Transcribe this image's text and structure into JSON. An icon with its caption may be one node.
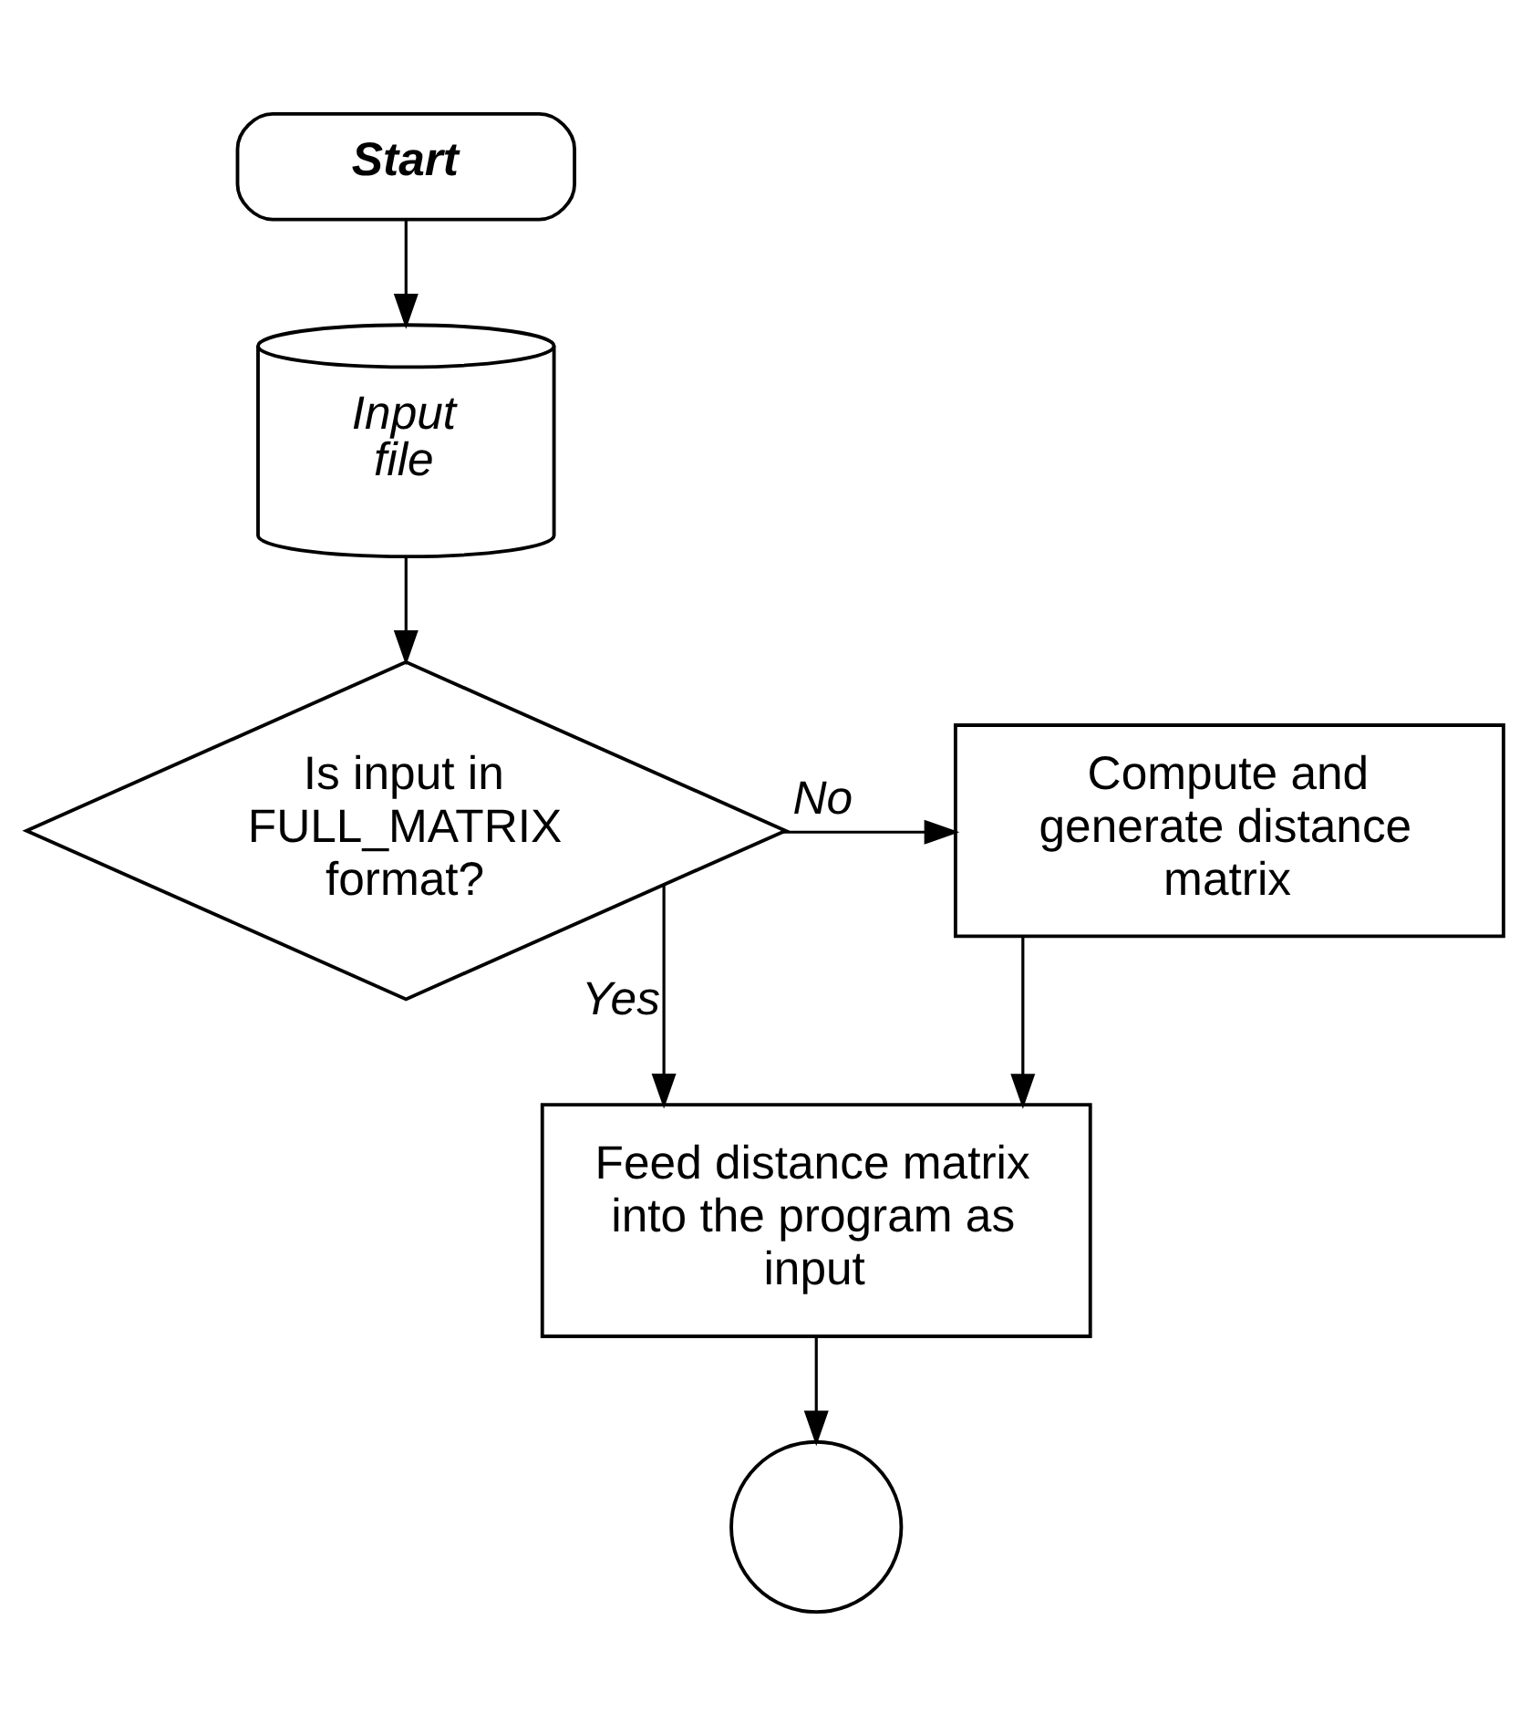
{
  "diagram": {
    "nodes": [
      {
        "text": [
          "Start"
        ]
      },
      {
        "text": [
          "Input file"
        ]
      },
      {
        "text": [
          "Is input in FULL_MATRIX format?"
        ]
      },
      {
        "text": [
          "Compute and generate distance matrix"
        ]
      },
      {
        "text": [
          "Feed distance matrix into the program as input"
        ]
      },
      {
        "text": [],
        "shape": "circle"
      }
    ],
    "edges": [
      {
        "from": 0,
        "to": 1,
        "arrow": "to"
      },
      {
        "from": 1,
        "to": 2,
        "arrow": "to"
      },
      {
        "from": 2,
        "to": 3,
        "arrow": "to",
        "label": "No"
      },
      {
        "from": 2,
        "to": 4,
        "arrow": "to",
        "label": "Yes"
      },
      {
        "from": 3,
        "to": 4,
        "arrow": "to"
      },
      {
        "from": 4,
        "to": 5,
        "arrow": "to"
      }
    ]
  }
}
